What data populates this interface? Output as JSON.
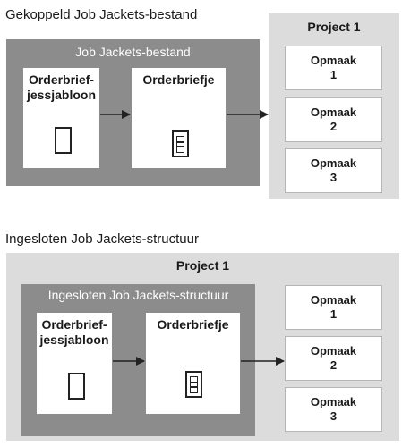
{
  "top_section": {
    "heading": "Gekoppeld Job Jackets-bestand",
    "file_panel": {
      "title": "Job Jackets-bestand",
      "template_box": "Orderbrief-\njessjabloon",
      "ticket_box": "Orderbriefje"
    },
    "project": {
      "title": "Project 1",
      "layouts": [
        "Opmaak\n1",
        "Opmaak\n2",
        "Opmaak\n3"
      ]
    }
  },
  "bottom_section": {
    "heading": "Ingesloten Job Jackets-structuur",
    "project": {
      "title": "Project 1",
      "structure_panel": {
        "title": "Ingesloten Job Jackets-structuur",
        "template_box": "Orderbrief-\njessjabloon",
        "ticket_box": "Orderbriefje"
      },
      "layouts": [
        "Opmaak\n1",
        "Opmaak\n2",
        "Opmaak\n3"
      ]
    }
  },
  "colors": {
    "dark_panel": "#8c8c8c",
    "light_panel": "#dcdcdc",
    "box": "#ffffff",
    "stroke": "#222222"
  },
  "icons": [
    "template-page-icon",
    "job-ticket-icon",
    "arrow-icon"
  ]
}
